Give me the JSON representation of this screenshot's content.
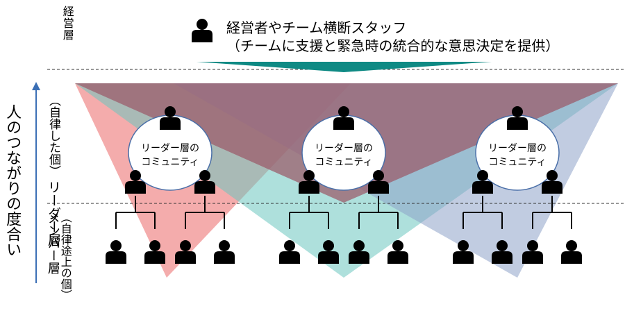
{
  "layers": {
    "executive": "経営層",
    "leader": "リーダー層",
    "leader_note": "（自律した個）",
    "member": "メンバー層",
    "member_note": "（自律途上の個）"
  },
  "executive": {
    "title": "経営者やチーム横断スタッフ",
    "subtitle": "（チームに支援と緊急時の統合的な意思決定を提供）"
  },
  "axis": {
    "label": "人のつながりの度合い"
  },
  "communities": [
    {
      "label_line1": "リーダー層の",
      "label_line2": "コミュニティ",
      "color": "#f08c8c"
    },
    {
      "label_line1": "リーダー層の",
      "label_line2": "コミュニティ",
      "color": "#6cc7c0"
    },
    {
      "label_line1": "リーダー層の",
      "label_line2": "コミュニティ",
      "color": "#8ea3c9"
    }
  ],
  "colors": {
    "top_triangle": "#9b5968",
    "funnel": "#0f8a84",
    "arrow": "#3b6fb5"
  },
  "icons": {
    "person": "person-icon"
  }
}
